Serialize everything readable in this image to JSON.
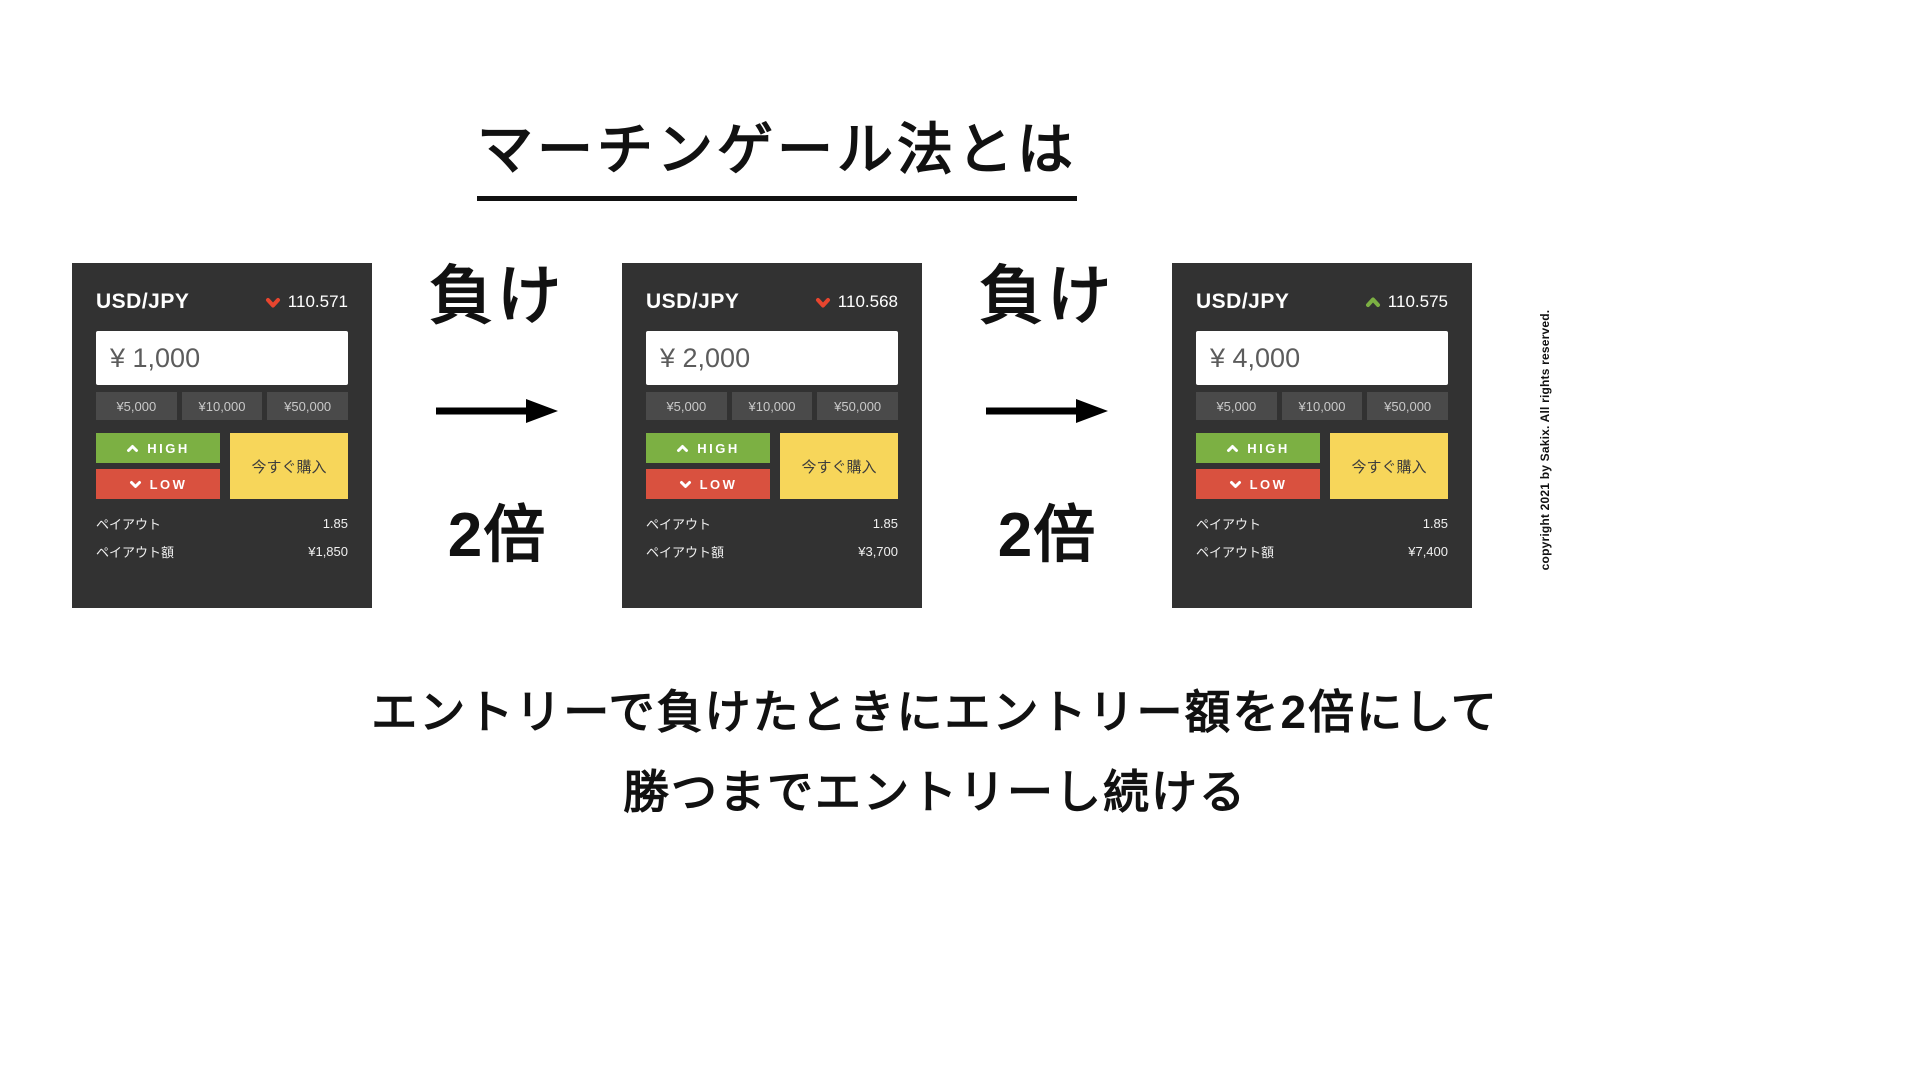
{
  "title": "マーチンゲール法とは",
  "copyright": "copyright  2021 by Sakix. All rights reserved.",
  "caption": {
    "line1": "エントリーで負けたときにエントリー額を2倍にして",
    "line2": "勝つまでエントリーし続ける"
  },
  "connectors": [
    {
      "lose": "負け",
      "double": "2倍"
    },
    {
      "lose": "負け",
      "double": "2倍"
    }
  ],
  "panels": [
    {
      "pair": "USD/JPY",
      "price": "110.571",
      "direction": "down",
      "amount": "¥ 1,000",
      "quick_amounts": [
        "¥5,000",
        "¥10,000",
        "¥50,000"
      ],
      "high": "HIGH",
      "low": "LOW",
      "buy": "今すぐ購入",
      "payout_label": "ペイアウト",
      "payout": "1.85",
      "payout_amount_label": "ペイアウト額",
      "payout_amount": "¥1,850"
    },
    {
      "pair": "USD/JPY",
      "price": "110.568",
      "direction": "down",
      "amount": "¥ 2,000",
      "quick_amounts": [
        "¥5,000",
        "¥10,000",
        "¥50,000"
      ],
      "high": "HIGH",
      "low": "LOW",
      "buy": "今すぐ購入",
      "payout_label": "ペイアウト",
      "payout": "1.85",
      "payout_amount_label": "ペイアウト額",
      "payout_amount": "¥3,700"
    },
    {
      "pair": "USD/JPY",
      "price": "110.575",
      "direction": "up",
      "amount": "¥ 4,000",
      "quick_amounts": [
        "¥5,000",
        "¥10,000",
        "¥50,000"
      ],
      "high": "HIGH",
      "low": "LOW",
      "buy": "今すぐ購入",
      "payout_label": "ペイアウト",
      "payout": "1.85",
      "payout_amount_label": "ペイアウト額",
      "payout_amount": "¥7,400"
    }
  ],
  "colors": {
    "panel_bg": "#323232",
    "high_green": "#7cb043",
    "low_red": "#d9513f",
    "buy_yellow": "#f7d65a",
    "price_up": "#7cb043",
    "price_down": "#e8452e"
  }
}
